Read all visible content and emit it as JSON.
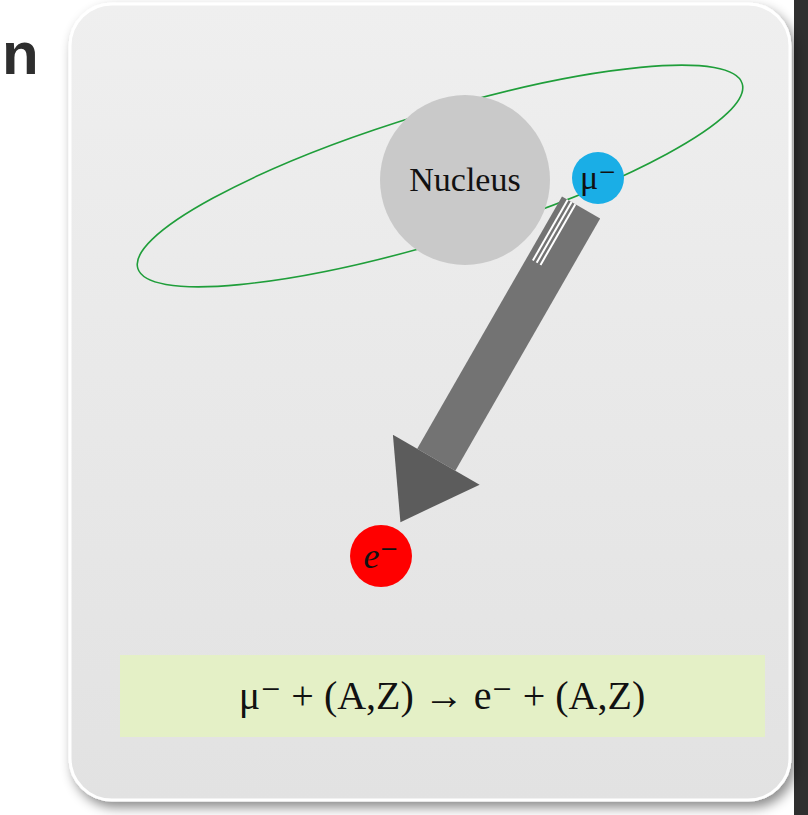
{
  "diagram": {
    "nodes": [
      {
        "text": [
          "Nucleus"
        ]
      },
      {
        "text": [
          "μ⁻"
        ]
      },
      {
        "text": [
          "e⁻"
        ]
      },
      {
        "text": [
          "μ⁻ + (A,Z) → e⁻ + (A,Z)"
        ]
      }
    ],
    "edges": [
      {
        "from": 1,
        "to": 2,
        "arrow": "to"
      }
    ],
    "labels": [
      "n"
    ]
  }
}
